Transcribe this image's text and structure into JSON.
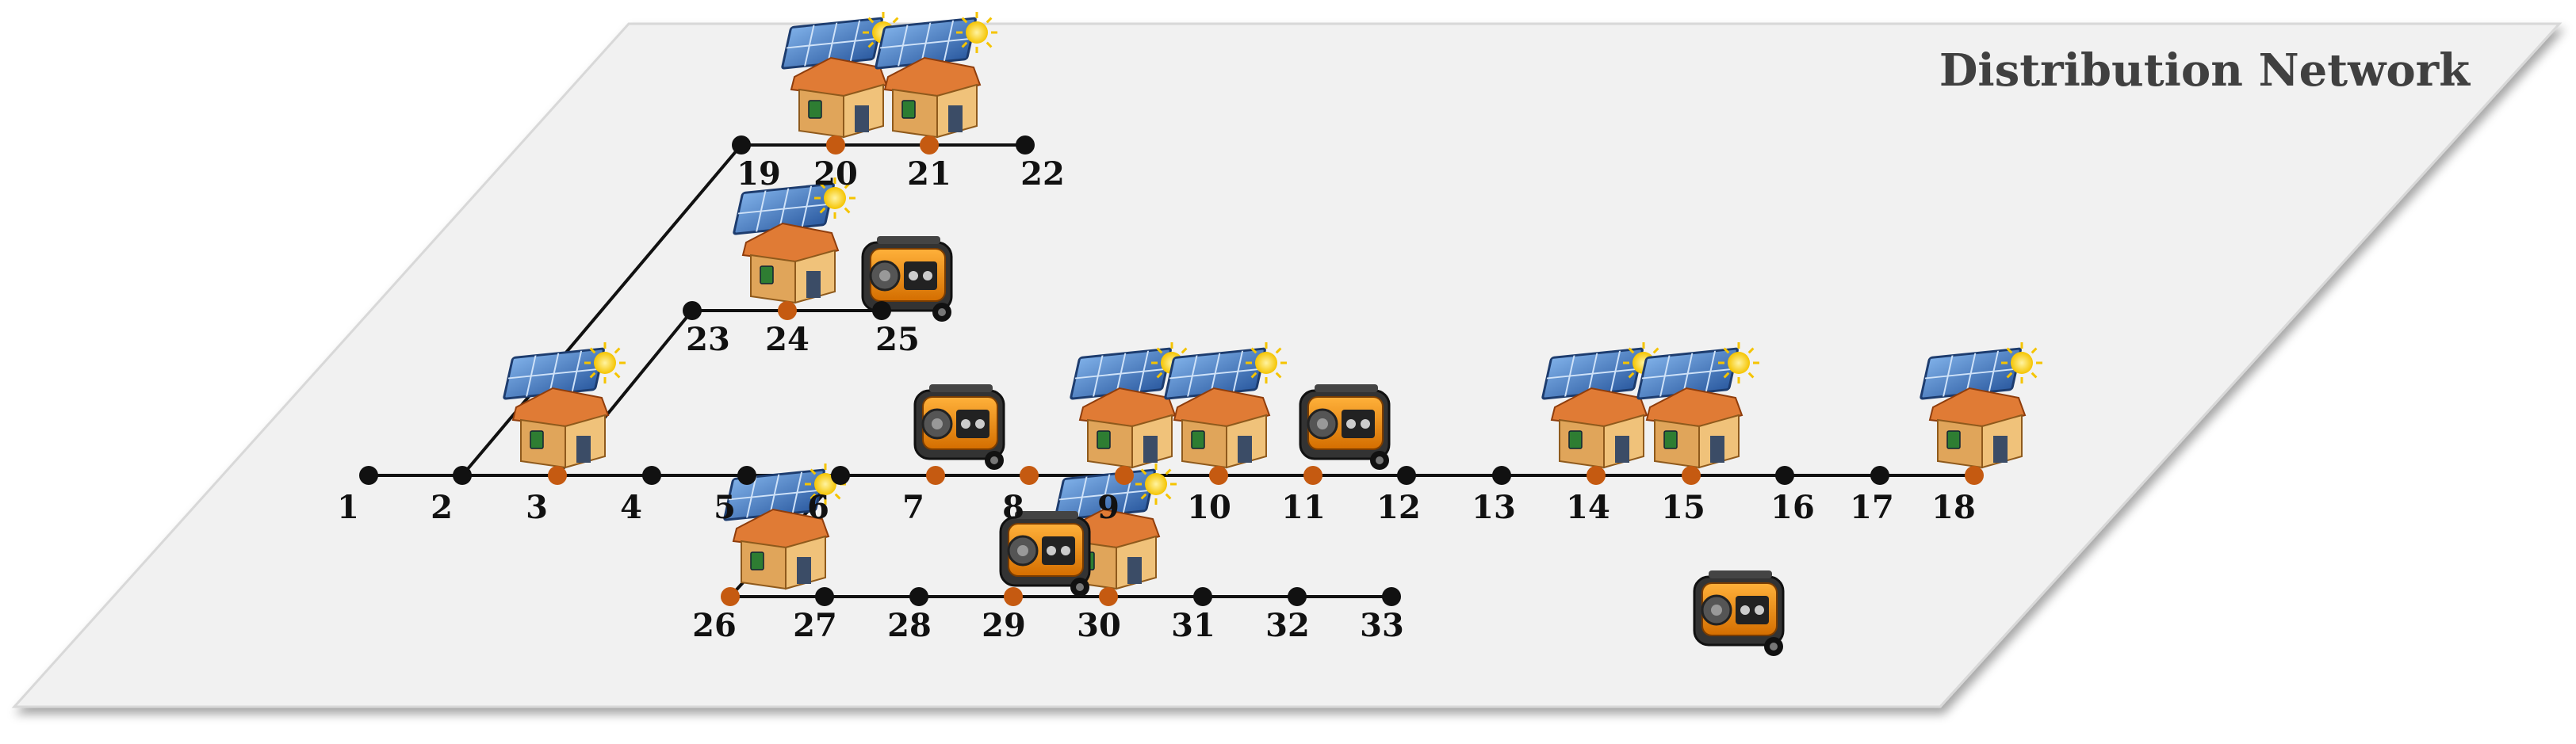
{
  "title": "Distribution Network",
  "colors": {
    "plane": "#f1f1f1",
    "line": "#111111",
    "bus_plain": "#111111",
    "bus_connected": "#c55a11",
    "roof": "#e07b35",
    "wall": "#f0c27a",
    "panel": "#3d6db3",
    "sun": "#f5c400",
    "generator": "#f08a00"
  },
  "buses": [
    {
      "id": 1,
      "label": "1",
      "connected": false
    },
    {
      "id": 2,
      "label": "2",
      "connected": false
    },
    {
      "id": 3,
      "label": "3",
      "connected": true
    },
    {
      "id": 4,
      "label": "4",
      "connected": false
    },
    {
      "id": 5,
      "label": "5",
      "connected": false
    },
    {
      "id": 6,
      "label": "6",
      "connected": false
    },
    {
      "id": 7,
      "label": "7",
      "connected": true
    },
    {
      "id": 8,
      "label": "8",
      "connected": true
    },
    {
      "id": 9,
      "label": "9",
      "connected": true
    },
    {
      "id": 10,
      "label": "10",
      "connected": true
    },
    {
      "id": 11,
      "label": "11",
      "connected": true
    },
    {
      "id": 12,
      "label": "12",
      "connected": false
    },
    {
      "id": 13,
      "label": "13",
      "connected": false
    },
    {
      "id": 14,
      "label": "14",
      "connected": true
    },
    {
      "id": 15,
      "label": "15",
      "connected": true
    },
    {
      "id": 16,
      "label": "16",
      "connected": false
    },
    {
      "id": 17,
      "label": "17",
      "connected": false
    },
    {
      "id": 18,
      "label": "18",
      "connected": true
    },
    {
      "id": 19,
      "label": "19",
      "connected": false
    },
    {
      "id": 20,
      "label": "20",
      "connected": true
    },
    {
      "id": 21,
      "label": "21",
      "connected": true
    },
    {
      "id": 22,
      "label": "22",
      "connected": false
    },
    {
      "id": 23,
      "label": "23",
      "connected": false
    },
    {
      "id": 24,
      "label": "24",
      "connected": true
    },
    {
      "id": 25,
      "label": "25",
      "connected": false
    },
    {
      "id": 26,
      "label": "26",
      "connected": true
    },
    {
      "id": 27,
      "label": "27",
      "connected": false
    },
    {
      "id": 28,
      "label": "28",
      "connected": false
    },
    {
      "id": 29,
      "label": "29",
      "connected": true
    },
    {
      "id": 30,
      "label": "30",
      "connected": true
    },
    {
      "id": 31,
      "label": "31",
      "connected": false
    },
    {
      "id": 32,
      "label": "32",
      "connected": false
    },
    {
      "id": 33,
      "label": "33",
      "connected": false
    }
  ],
  "lines": [
    [
      1,
      2
    ],
    [
      2,
      3
    ],
    [
      3,
      4
    ],
    [
      4,
      5
    ],
    [
      5,
      6
    ],
    [
      6,
      7
    ],
    [
      7,
      8
    ],
    [
      8,
      9
    ],
    [
      9,
      10
    ],
    [
      10,
      11
    ],
    [
      11,
      12
    ],
    [
      12,
      13
    ],
    [
      13,
      14
    ],
    [
      14,
      15
    ],
    [
      15,
      16
    ],
    [
      16,
      17
    ],
    [
      17,
      18
    ],
    [
      2,
      19
    ],
    [
      19,
      20
    ],
    [
      20,
      21
    ],
    [
      21,
      22
    ],
    [
      3,
      23
    ],
    [
      23,
      24
    ],
    [
      24,
      25
    ],
    [
      6,
      26
    ],
    [
      26,
      27
    ],
    [
      27,
      28
    ],
    [
      28,
      29
    ],
    [
      29,
      30
    ],
    [
      30,
      31
    ],
    [
      31,
      32
    ],
    [
      32,
      33
    ]
  ],
  "devices": [
    {
      "type": "pv-house",
      "bus": 3
    },
    {
      "type": "pv-house",
      "bus": 9
    },
    {
      "type": "pv-house",
      "bus": 10
    },
    {
      "type": "pv-house",
      "bus": 14
    },
    {
      "type": "pv-house",
      "bus": 15
    },
    {
      "type": "pv-house",
      "bus": 18
    },
    {
      "type": "pv-house",
      "bus": 20
    },
    {
      "type": "pv-house",
      "bus": 21
    },
    {
      "type": "pv-house",
      "bus": 24
    },
    {
      "type": "pv-house",
      "bus": 26
    },
    {
      "type": "pv-house",
      "bus": 30
    },
    {
      "type": "generator",
      "bus": 7
    },
    {
      "type": "generator",
      "bus": 11
    },
    {
      "type": "generator",
      "bus": 29
    },
    {
      "type": "generator",
      "bus": 15
    },
    {
      "type": "generator",
      "bus": 20
    }
  ]
}
